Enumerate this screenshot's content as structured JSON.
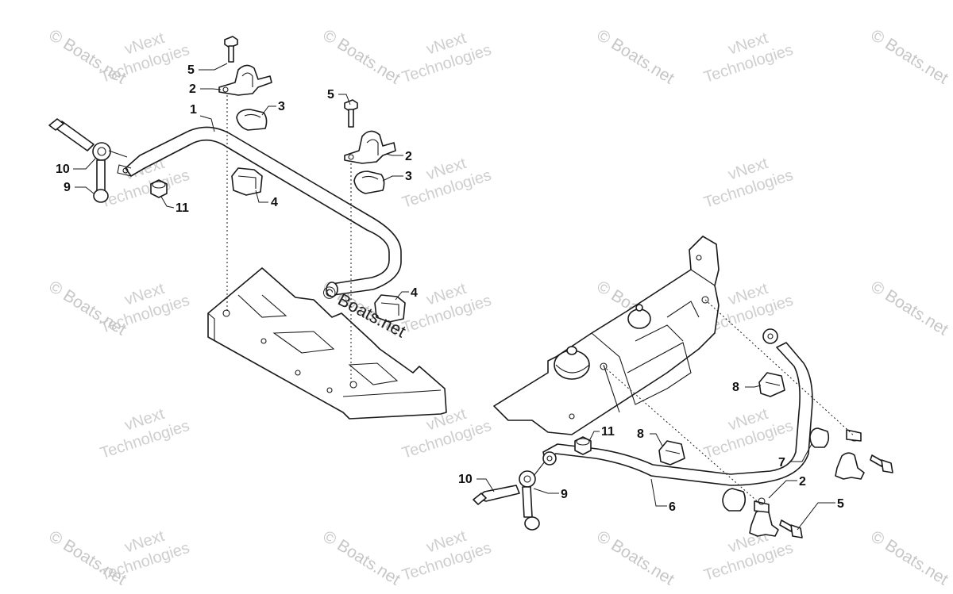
{
  "watermarks": {
    "brand": "© Boats.net",
    "vendor_line1": "vNext",
    "vendor_line2": "Technologies"
  },
  "center_mark": "© Boats.net",
  "callouts": {
    "front": [
      {
        "id": "f1",
        "label": "1"
      },
      {
        "id": "f2a",
        "label": "2"
      },
      {
        "id": "f2b",
        "label": "2"
      },
      {
        "id": "f3a",
        "label": "3"
      },
      {
        "id": "f3b",
        "label": "3"
      },
      {
        "id": "f4a",
        "label": "4"
      },
      {
        "id": "f4b",
        "label": "4"
      },
      {
        "id": "f5a",
        "label": "5"
      },
      {
        "id": "f5b",
        "label": "5"
      },
      {
        "id": "f9",
        "label": "9"
      },
      {
        "id": "f10",
        "label": "10"
      },
      {
        "id": "f11",
        "label": "11"
      }
    ],
    "rear": [
      {
        "id": "r2",
        "label": "2"
      },
      {
        "id": "r5",
        "label": "5"
      },
      {
        "id": "r6",
        "label": "6"
      },
      {
        "id": "r7",
        "label": "7"
      },
      {
        "id": "r8a",
        "label": "8"
      },
      {
        "id": "r8b",
        "label": "8"
      },
      {
        "id": "r9",
        "label": "9"
      },
      {
        "id": "r10",
        "label": "10"
      },
      {
        "id": "r11",
        "label": "11"
      }
    ]
  }
}
